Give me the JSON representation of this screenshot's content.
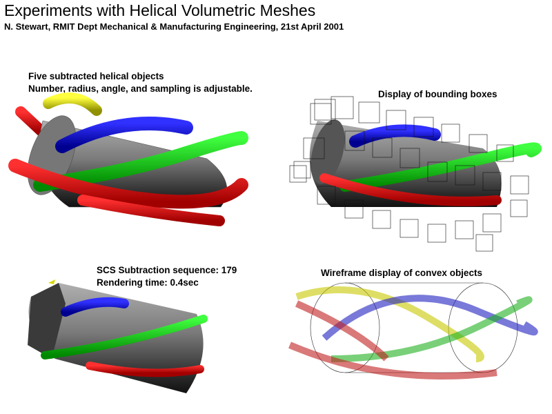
{
  "header": {
    "title": "Experiments with Helical Volumetric Meshes",
    "subtitle": "N. Stewart, RMIT Dept Mechanical & Manufacturing Engineering, 21st April 2001"
  },
  "panels": {
    "top_left": {
      "caption_line1": "Five subtracted helical objects",
      "caption_line2": "Number, radius, angle, and sampling is adjustable."
    },
    "top_right": {
      "caption": "Display of bounding boxes"
    },
    "bottom_left": {
      "caption_line1": "SCS Subtraction sequence: 179",
      "caption_line2": "Rendering time: 0.4sec"
    },
    "bottom_right": {
      "caption": "Wireframe display of convex objects"
    }
  },
  "colors": {
    "helix_red": "#e00000",
    "helix_green": "#00d000",
    "helix_blue": "#0000cc",
    "helix_yellow": "#d8d800",
    "cylinder_gray": "#8c8c8c"
  }
}
